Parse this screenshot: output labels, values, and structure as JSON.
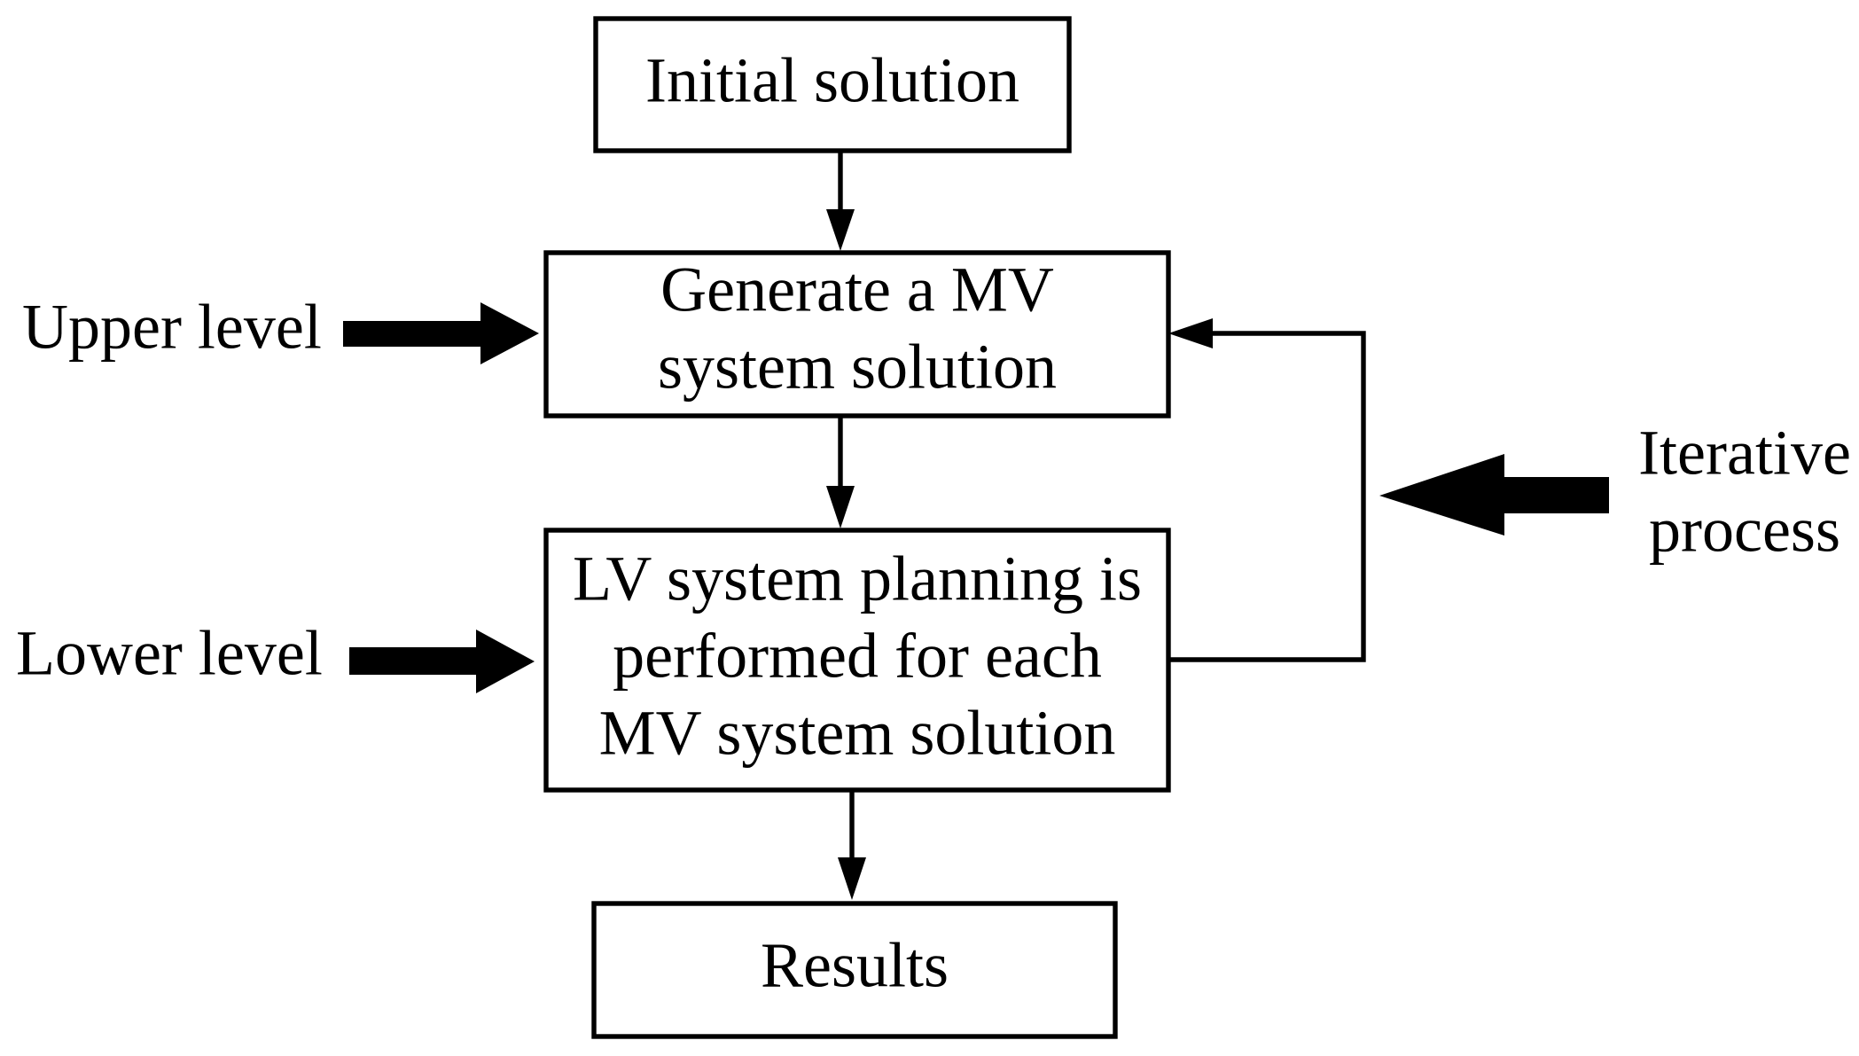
{
  "diagram": {
    "nodes": {
      "initial": {
        "text": "Initial solution"
      },
      "generate": {
        "line1": "Generate a MV",
        "line2": "system solution"
      },
      "lv_planning": {
        "line1": "LV system planning is",
        "line2": "performed for each",
        "line3": "MV system solution"
      },
      "results": {
        "text": "Results"
      }
    },
    "side_labels": {
      "upper": "Upper level",
      "lower": "Lower level",
      "iterative_line1": "Iterative",
      "iterative_line2": "process"
    }
  }
}
